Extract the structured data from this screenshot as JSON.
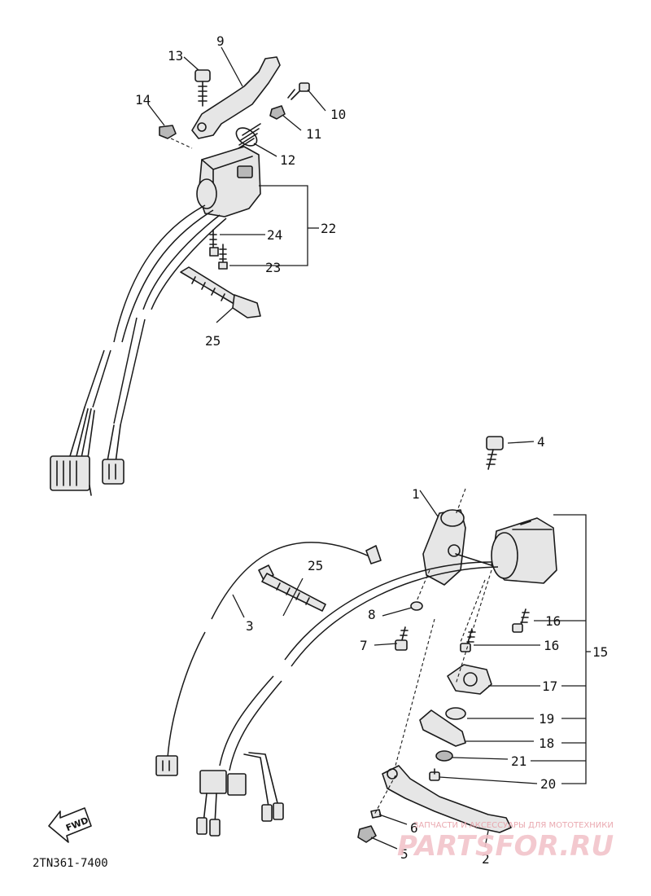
{
  "callouts": {
    "c9": "9",
    "c13": "13",
    "c14": "14",
    "c10": "10",
    "c11": "11",
    "c12": "12",
    "c22": "22",
    "c24": "24",
    "c23": "23",
    "c25_top": "25",
    "c4": "4",
    "c1": "1",
    "c25_bottom": "25",
    "c3": "3",
    "c8": "8",
    "c7": "7",
    "c16_a": "16",
    "c16_b": "16",
    "c15": "15",
    "c17": "17",
    "c19": "19",
    "c18": "18",
    "c21": "21",
    "c20": "20",
    "c6": "6",
    "c5": "5",
    "c2": "2"
  },
  "fwd_label": "FWD",
  "diagram_code": "2TN361-7400",
  "watermark": {
    "small": "ЗАПЧАСТИ И АКСЕССУАРЫ ДЛЯ МОТОТЕХНИКИ",
    "big": "PARTSFOR.RU"
  }
}
